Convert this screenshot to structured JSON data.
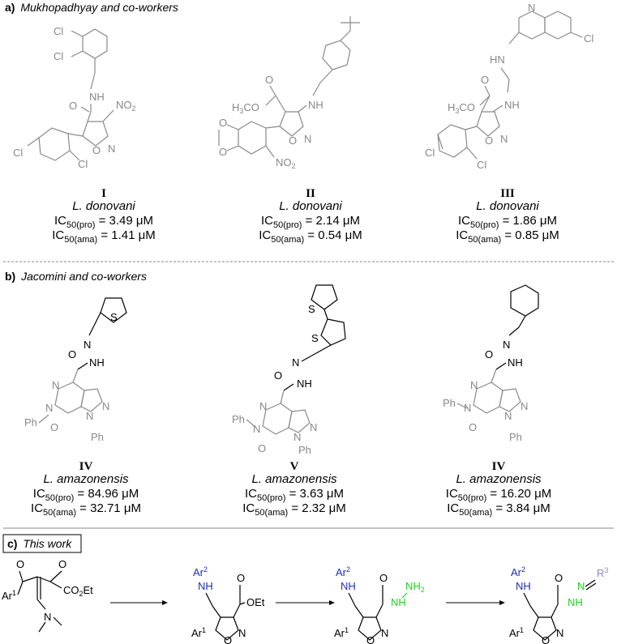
{
  "sections": {
    "a_label": "a)",
    "a_authors": "Mukhopadhyay and co-workers",
    "b_label": "b)",
    "b_authors": "Jacomini and co-workers",
    "c_label": "c)",
    "c_title": "This work"
  },
  "compounds_a": [
    {
      "roman": "I",
      "species": "L. donovani",
      "pro_prefix": "IC",
      "pro_sub": "50(pro)",
      "pro_value": " = 3.49 μM",
      "ama_prefix": "IC",
      "ama_sub": "50(ama)",
      "ama_value": " = 1.41 μM"
    },
    {
      "roman": "II",
      "species": "L. donovani",
      "pro_prefix": "IC",
      "pro_sub": "50(pro)",
      "pro_value": " = 2.14 μM",
      "ama_prefix": "IC",
      "ama_sub": "50(ama)",
      "ama_value": " = 0.54 μM"
    },
    {
      "roman": "III",
      "species": "L. donovani",
      "pro_prefix": "IC",
      "pro_sub": "50(pro)",
      "pro_value": " = 1.86 μM",
      "ama_prefix": "IC",
      "ama_sub": "50(ama)",
      "ama_value": " = 0.85 μM"
    }
  ],
  "compounds_b": [
    {
      "roman": "IV",
      "species": "L. amazonensis",
      "pro_prefix": "IC",
      "pro_sub": "50(pro)",
      "pro_value": " = 84.96 μM",
      "ama_prefix": "IC",
      "ama_sub": "50(ama)",
      "ama_value": " = 32.71 μM"
    },
    {
      "roman": "V",
      "species": "L. amazonensis",
      "pro_prefix": "IC",
      "pro_sub": "50(pro)",
      "pro_value": " = 3.63 μM",
      "ama_prefix": "IC",
      "ama_sub": "50(ama)",
      "ama_value": " = 2.32 μM"
    },
    {
      "roman": "IV",
      "species": "L. amazonensis",
      "pro_prefix": "IC",
      "pro_sub": "50(pro)",
      "pro_value": " = 16.20 μM",
      "ama_prefix": "IC",
      "ama_sub": "50(ama)",
      "ama_value": " = 3.84 μM"
    }
  ],
  "atoms": {
    "cl": "Cl",
    "nh": "NH",
    "no2": "NO2",
    "o": "O",
    "n": "N",
    "h3co": "H3CO",
    "ph": "Ph",
    "s": "S",
    "ar1": "Ar1",
    "ar2": "Ar2",
    "co2et": "CO2Et",
    "oet": "OEt",
    "nh2": "NH2",
    "r3": "R3"
  },
  "colors": {
    "ar2_blue": "#1f2fb0",
    "hydrazide_green": "#20d020",
    "r3_purple": "#8888c0",
    "structure_gray": "#8a8a8a",
    "divider": "#888888"
  }
}
